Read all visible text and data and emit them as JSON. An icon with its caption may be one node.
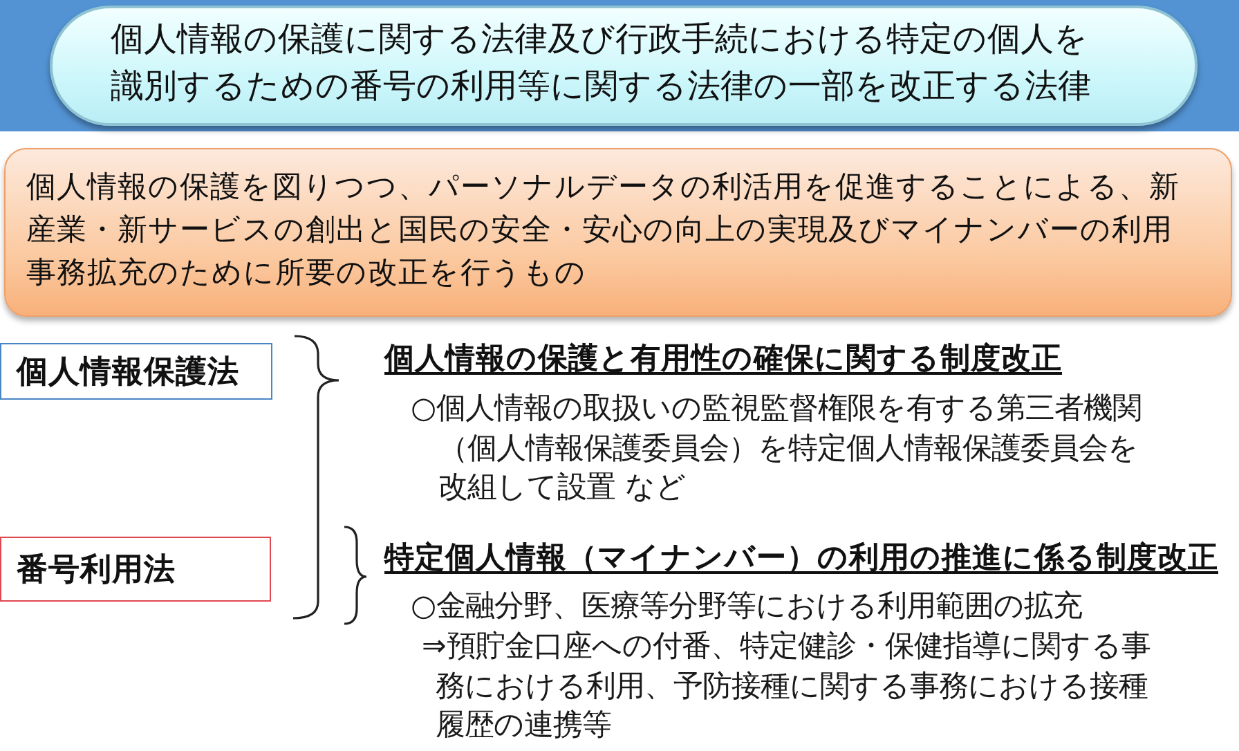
{
  "diagram": {
    "nodes": [
      {
        "text": [
          "個人情報の保護に関する法律及び行政手続における特定の個人を識別するための番号の利用等に関する法律の一部を改正する法律"
        ]
      },
      {
        "text": [
          "個人情報の保護を図りつつ、パーソナルデータの利活用を促進することによる、新産業・新サービスの創出と国民の安全・安心の向上の実現及びマイナンバーの利用事務拡充のために所要の改正を行うもの"
        ]
      },
      {
        "text": [
          "個人情報保護法"
        ]
      },
      {
        "text": [
          "番号利用法"
        ]
      }
    ],
    "labels": [
      "個人情報の保護と有用性の確保に関する制度改正",
      "○個人情報の取扱いの監視監督権限を有する第三者機関（個人情報保護委員会）を特定個人情報保護委員会を改組して設置 など",
      "特定個人情報（マイナンバー）の利用の推進に係る制度改正",
      "○金融分野、医療等分野等における利用範囲の拡充",
      "⇒預貯金口座への付番、特定健診・保健指導に関する事務における利用、予防接種に関する事務における接種履歴の連携等"
    ]
  }
}
